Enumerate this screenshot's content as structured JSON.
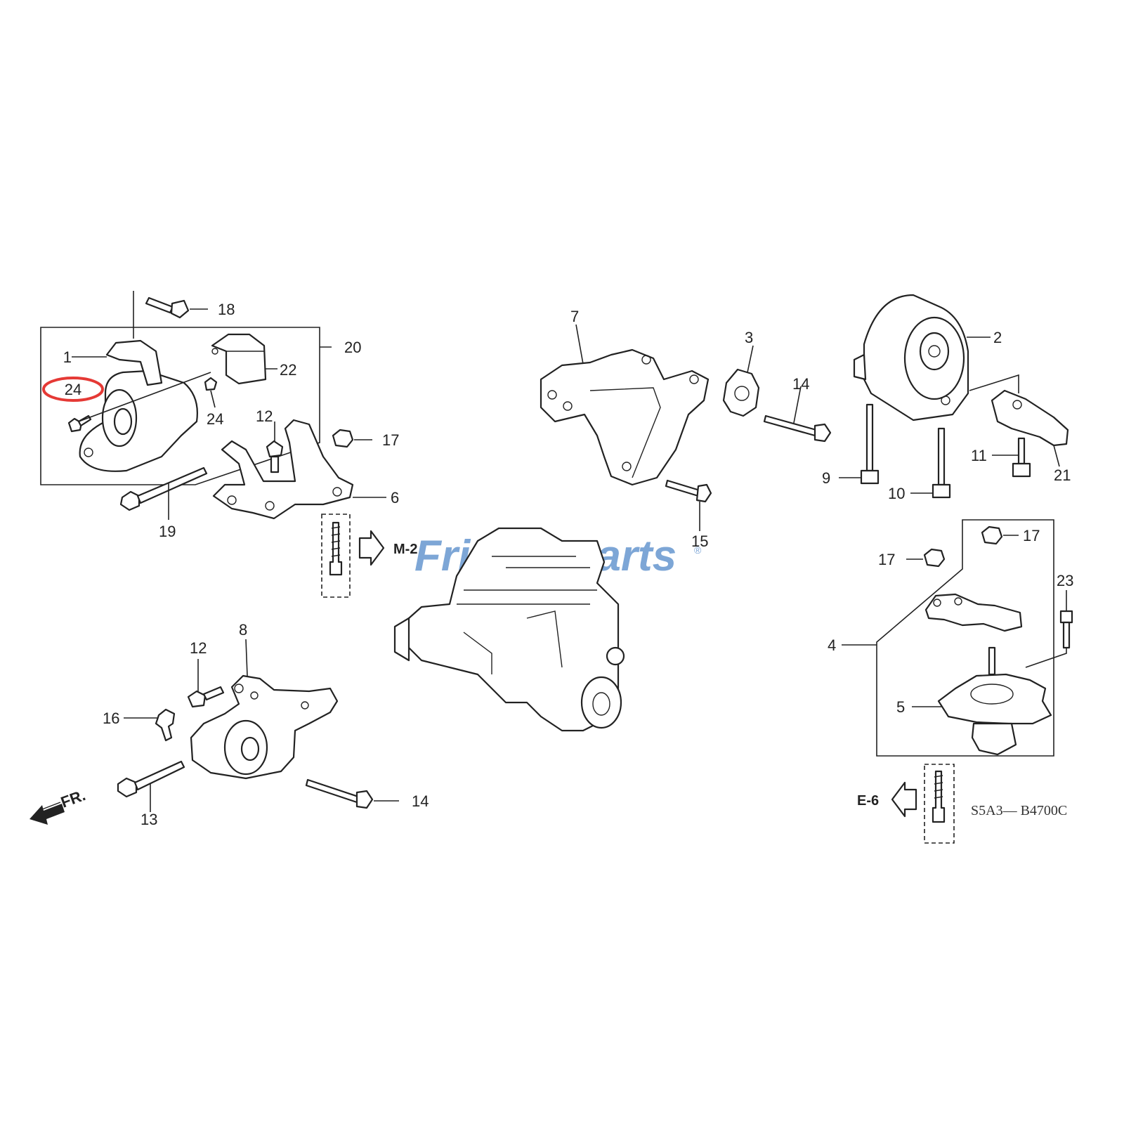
{
  "diagram": {
    "callouts": [
      "1",
      "2",
      "3",
      "4",
      "5",
      "6",
      "7",
      "8",
      "9",
      "10",
      "11",
      "12",
      "13",
      "14",
      "15",
      "16",
      "17",
      "18",
      "19",
      "20",
      "21",
      "22",
      "23",
      "24"
    ],
    "references": {
      "m2": "M-2",
      "e6": "E-6"
    },
    "front_label": "FR.",
    "diagram_code": "S5A3— B4700C",
    "watermark": {
      "part1": "Friday",
      "part2": "Parts",
      "registered": "®",
      "color_blue": "#7da6d6",
      "color_orange": "#f0a64a"
    },
    "highlight_color": "#e53935"
  }
}
